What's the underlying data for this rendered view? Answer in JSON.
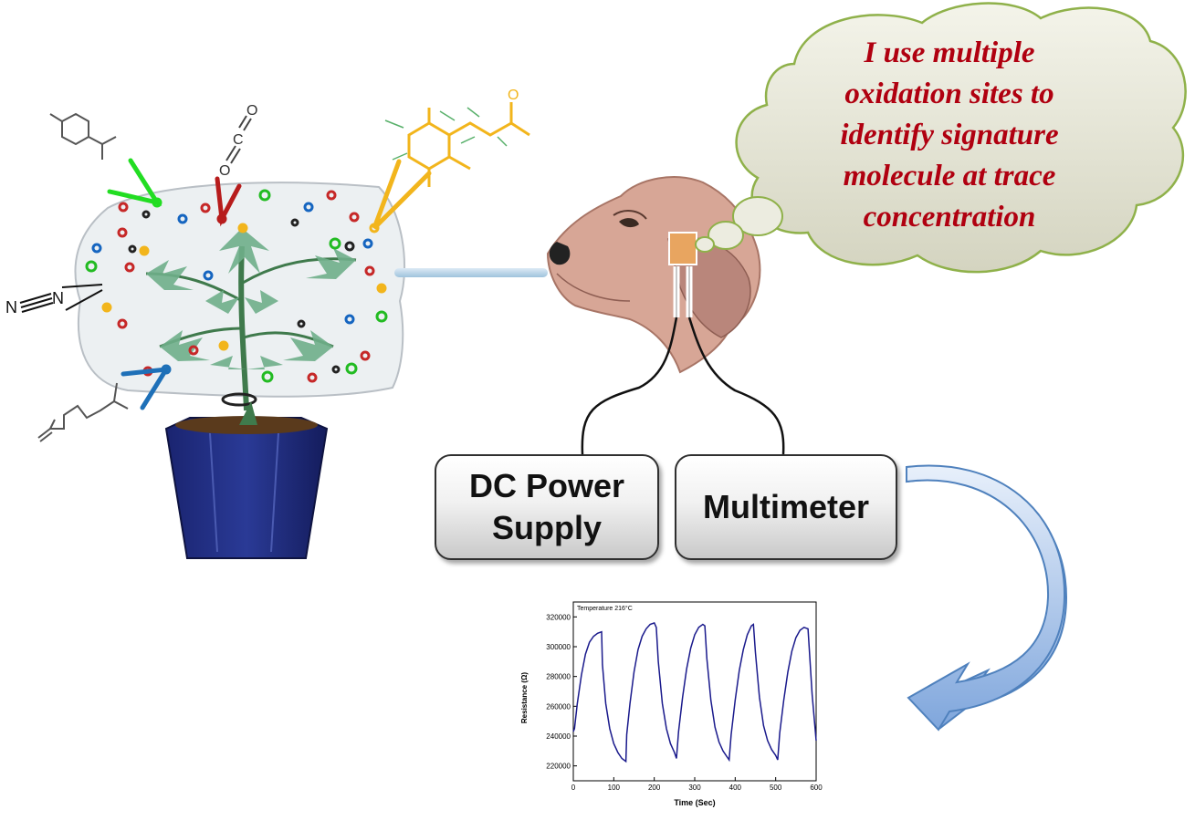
{
  "thought_bubble": {
    "lines": [
      "I use multiple",
      "oxidation sites to",
      "identify signature",
      "molecule at trace",
      "concentration"
    ]
  },
  "boxes": {
    "dc_power_supply": {
      "line1": "DC Power",
      "line2": "Supply"
    },
    "multimeter": "Multimeter"
  },
  "molecules": {
    "co2": {
      "o1": "O",
      "c": "C",
      "o2": "O"
    },
    "n2": {
      "n1": "N",
      "n2": "N"
    },
    "ketone_o": "O"
  },
  "colors": {
    "bubble_text": "#b00010",
    "arrow_blue": "#8db3e2",
    "pot_blue": "#1f2a7a",
    "plot_line": "#1a1a8c"
  },
  "chart_data": {
    "type": "line",
    "title": "Temperature 216°C",
    "xlabel": "Time (Sec)",
    "ylabel": "Resistance (Ω)",
    "xlim": [
      0,
      600
    ],
    "ylim": [
      210000,
      330000
    ],
    "xticks": [
      0,
      100,
      200,
      300,
      400,
      500,
      600
    ],
    "yticks": [
      220000,
      240000,
      260000,
      280000,
      300000,
      320000
    ],
    "series": [
      {
        "x": [
          0,
          3,
          10,
          20,
          30,
          40,
          50,
          60,
          70,
          72,
          80,
          90,
          100,
          110,
          120,
          130,
          132,
          140,
          150,
          160,
          170,
          180,
          190,
          200,
          205,
          210,
          220,
          230,
          240,
          250,
          255,
          260,
          270,
          280,
          290,
          300,
          310,
          320,
          325,
          330,
          340,
          350,
          360,
          370,
          380,
          385,
          390,
          400,
          410,
          420,
          430,
          440,
          445,
          450,
          460,
          470,
          480,
          490,
          500,
          505,
          510,
          520,
          530,
          540,
          550,
          560,
          570,
          580,
          590,
          600
        ],
        "y": [
          243000,
          245000,
          262000,
          281000,
          295000,
          303000,
          307000,
          309000,
          310000,
          288000,
          262000,
          245000,
          235000,
          229000,
          225000,
          223000,
          241000,
          262000,
          283000,
          298000,
          307000,
          312000,
          315000,
          316000,
          313000,
          290000,
          262000,
          245000,
          235000,
          229000,
          225000,
          243000,
          266000,
          285000,
          299000,
          308000,
          313000,
          315000,
          314000,
          292000,
          264000,
          246000,
          236000,
          230000,
          226000,
          224000,
          241000,
          264000,
          284000,
          298000,
          308000,
          314000,
          315000,
          296000,
          266000,
          247000,
          237000,
          231000,
          227000,
          224000,
          242000,
          264000,
          283000,
          297000,
          306000,
          311000,
          313000,
          312000,
          268000,
          237000
        ]
      }
    ]
  }
}
